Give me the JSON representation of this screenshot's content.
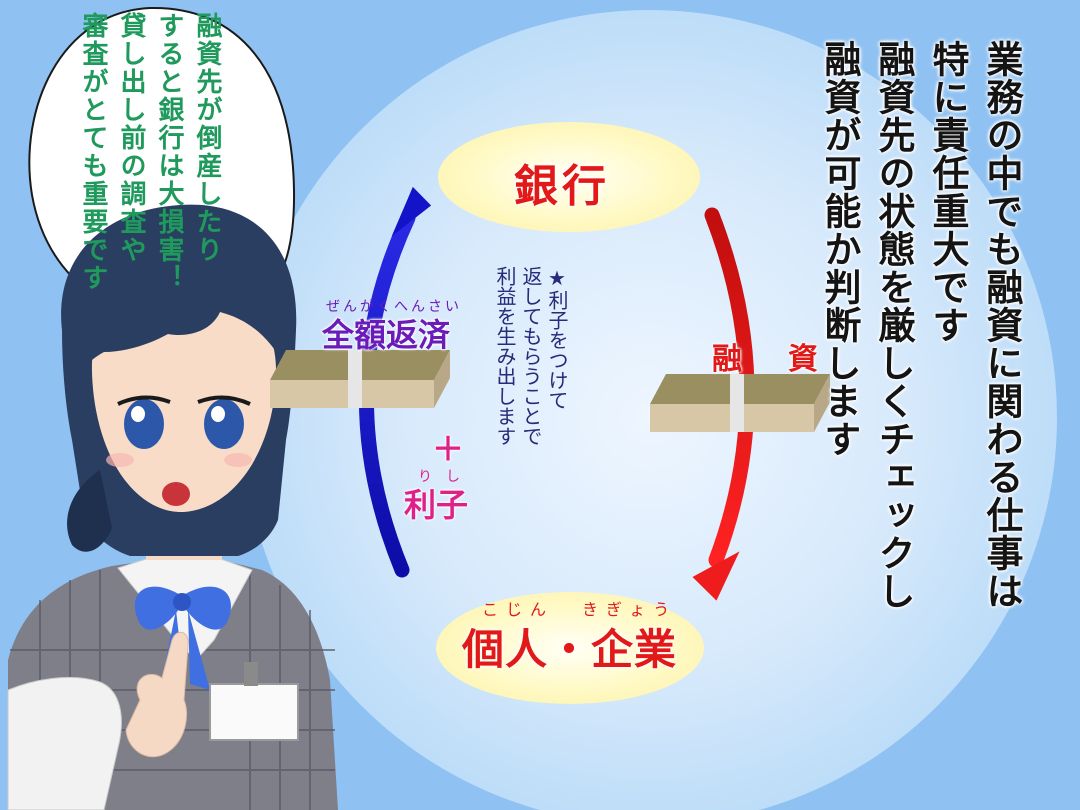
{
  "main_text": {
    "col1": "業務の中でも融資に関わる仕事は",
    "col2": "特に責任重大です",
    "col3": "融資先の状態を厳しくチェックし",
    "col4": "融資が可能か判断します"
  },
  "nodes": {
    "bank": "銀行",
    "client": "個人・企業",
    "client_furigana_1": "こじん",
    "client_furigana_2": "きぎょう"
  },
  "loan": {
    "char1": "融",
    "char2": "資"
  },
  "repayment": {
    "label": "全額返済",
    "furigana": "ぜんがくへんさい",
    "plus": "＋",
    "interest": "利子",
    "interest_furigana": "りし"
  },
  "note": {
    "line1": "★利子をつけて",
    "line2": "返してもらうことで",
    "line3": "利益を生み出します"
  },
  "bubble": {
    "line1": "融資先が倒産したり",
    "line2": "すると銀行は大損害！",
    "line3": "貸し出し前の調査や",
    "line4": "審査がとても重要です"
  },
  "colors": {
    "background": "#8fc2f2",
    "loan_arrow": "#ee1c1c",
    "repay_arrow": "#1313c8",
    "bank_text": "#e11919",
    "repay_text": "#6a1bb8",
    "interest_text": "#e0208a",
    "bubble_text": "#1f9a5c"
  }
}
